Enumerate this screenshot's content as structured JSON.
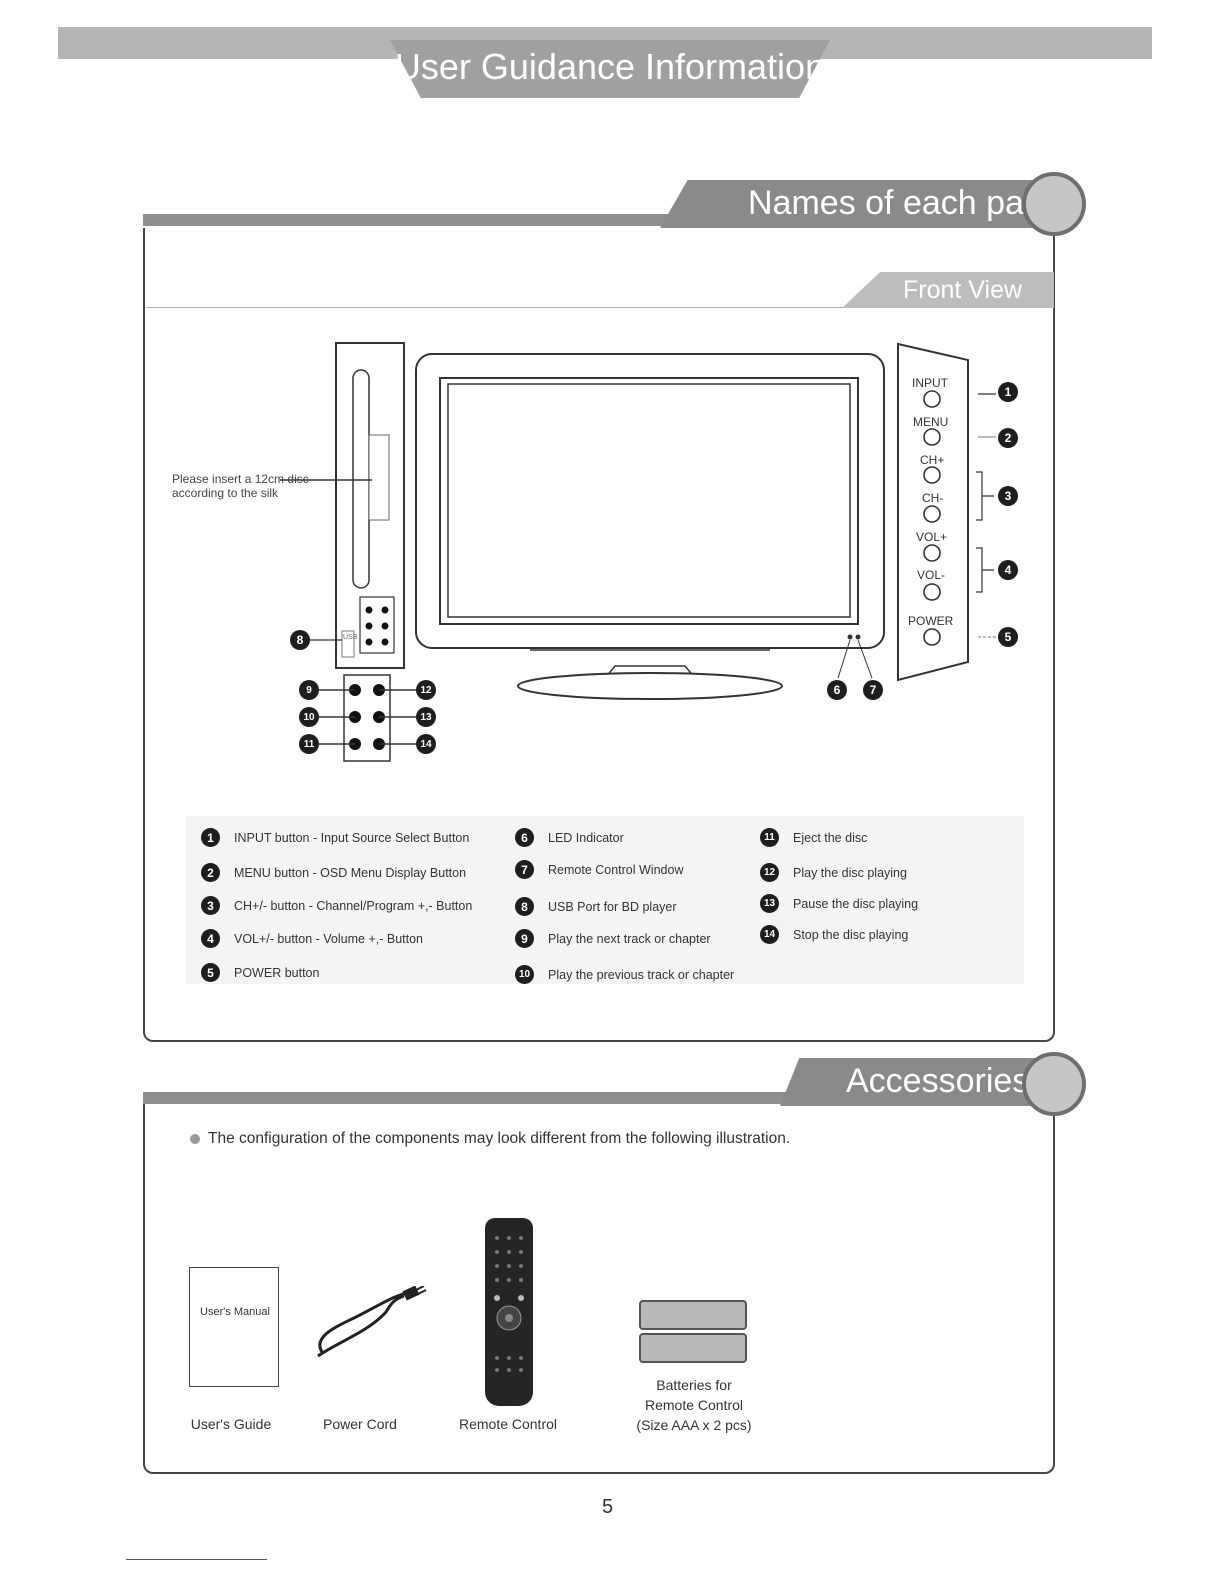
{
  "header": {
    "title": "User Guidance Information"
  },
  "names_section": {
    "title": "Names of each part",
    "subtitle": "Front View",
    "disc_note_line1": "Please insert a 12cm disc",
    "disc_note_line2": "according to the silk",
    "usb_label": "USB",
    "side_buttons": [
      "INPUT",
      "MENU",
      "CH+",
      "CH-",
      "VOL+",
      "VOL-",
      "POWER"
    ],
    "badges": [
      "1",
      "2",
      "3",
      "4",
      "5",
      "6",
      "7",
      "8",
      "9",
      "10",
      "11",
      "12",
      "13",
      "14"
    ],
    "legend": [
      {
        "num": "1",
        "text": "INPUT button - Input Source Select Button"
      },
      {
        "num": "2",
        "text": "MENU button - OSD Menu Display Button"
      },
      {
        "num": "3",
        "text": "CH+/- button - Channel/Program +,- Button"
      },
      {
        "num": "4",
        "text": "VOL+/- button - Volume +,- Button"
      },
      {
        "num": "5",
        "text": "POWER button"
      },
      {
        "num": "6",
        "text": "LED Indicator"
      },
      {
        "num": "7",
        "text": "Remote Control Window"
      },
      {
        "num": "8",
        "text": "USB Port for BD player"
      },
      {
        "num": "9",
        "text": "Play the next track or chapter"
      },
      {
        "num": "10",
        "text": "Play the previous track or chapter"
      },
      {
        "num": "11",
        "text": "Eject the disc"
      },
      {
        "num": "12",
        "text": "Play the disc playing"
      },
      {
        "num": "13",
        "text": "Pause the disc playing"
      },
      {
        "num": "14",
        "text": "Stop the disc playing"
      }
    ]
  },
  "accessories_section": {
    "title": "Accessories",
    "note": "The configuration of the components may look different from the following illustration.",
    "manual_cover_text": "User's Manual",
    "items": [
      "User's Guide",
      "Power Cord",
      "Remote Control"
    ],
    "batteries_line1": "Batteries for",
    "batteries_line2": "Remote Control",
    "batteries_line3": "(Size AAA x 2 pcs)"
  },
  "page_number": "5"
}
